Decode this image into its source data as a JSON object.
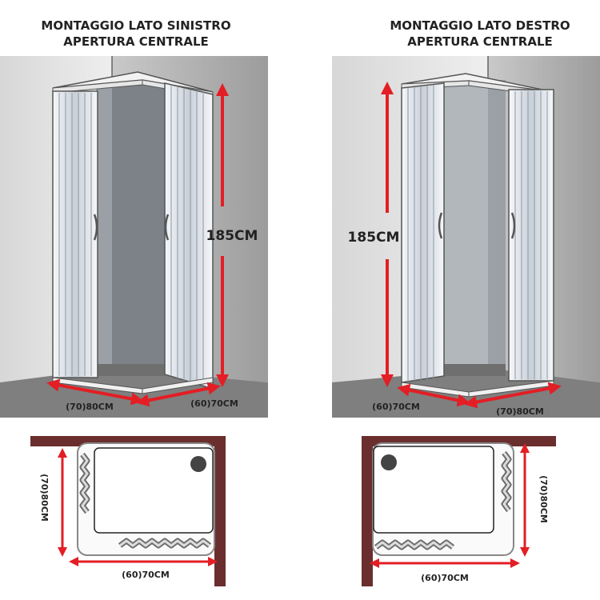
{
  "colors": {
    "arrow": "#e31e24",
    "wall": "#6b2e2e",
    "wall_light": "#dcdcdc",
    "floor": "#7f7f7f",
    "profile": "#ececec",
    "text": "#222222"
  },
  "left": {
    "title_line1": "MONTAGGIO LATO SINISTRO",
    "title_line2": "APERTURA CENTRALE",
    "height_label": "185CM",
    "front_label": "(70)80CM",
    "side_label": "(60)70CM",
    "plan_side_label": "(70)80CM",
    "plan_bottom_label": "(60)70CM"
  },
  "right": {
    "title_line1": "MONTAGGIO LATO DESTRO",
    "title_line2": "APERTURA CENTRALE",
    "height_label": "185CM",
    "front_label": "(60)70CM",
    "side_label": "(70)80CM",
    "plan_side_label": "(70)80CM",
    "plan_bottom_label": "(60)70CM"
  }
}
